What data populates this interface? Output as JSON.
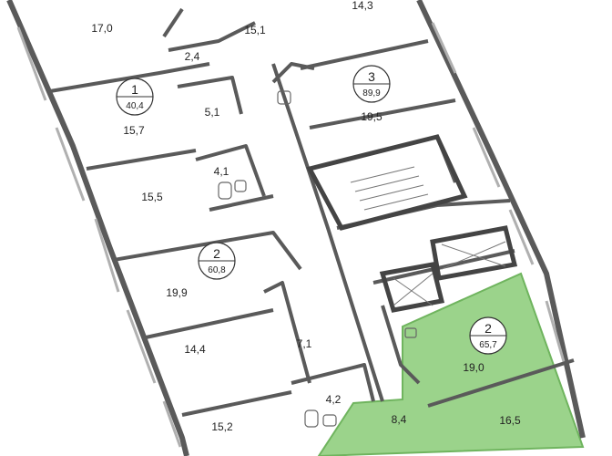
{
  "colors": {
    "wall": "#5a5a5a",
    "window": "#9a9a9a",
    "highlight": "#9bd38b",
    "highlight_border": "#6fb45e",
    "text": "#222222"
  },
  "apartments": [
    {
      "key": "apt1",
      "number": "1",
      "area": "40,4"
    },
    {
      "key": "apt2a",
      "number": "2",
      "area": "60,8"
    },
    {
      "key": "apt3",
      "number": "3",
      "area": "89,9"
    },
    {
      "key": "apt2b",
      "number": "2",
      "area": "65,7",
      "highlighted": true
    }
  ],
  "rooms": {
    "r17_0": "17,0",
    "r15_1": "15,1",
    "r14_3": "14,3",
    "r2_4": "2,4",
    "r15_7": "15,7",
    "r5_1": "5,1",
    "r19_5": "19,5",
    "r4_1": "4,1",
    "r15_5": "15,5",
    "r19_9": "19,9",
    "r14_4": "14,4",
    "r7_1": "7,1",
    "r4_2": "4,2",
    "r15_2": "15,2",
    "r19_0": "19,0",
    "r8_4": "8,4",
    "r16_5": "16,5"
  }
}
